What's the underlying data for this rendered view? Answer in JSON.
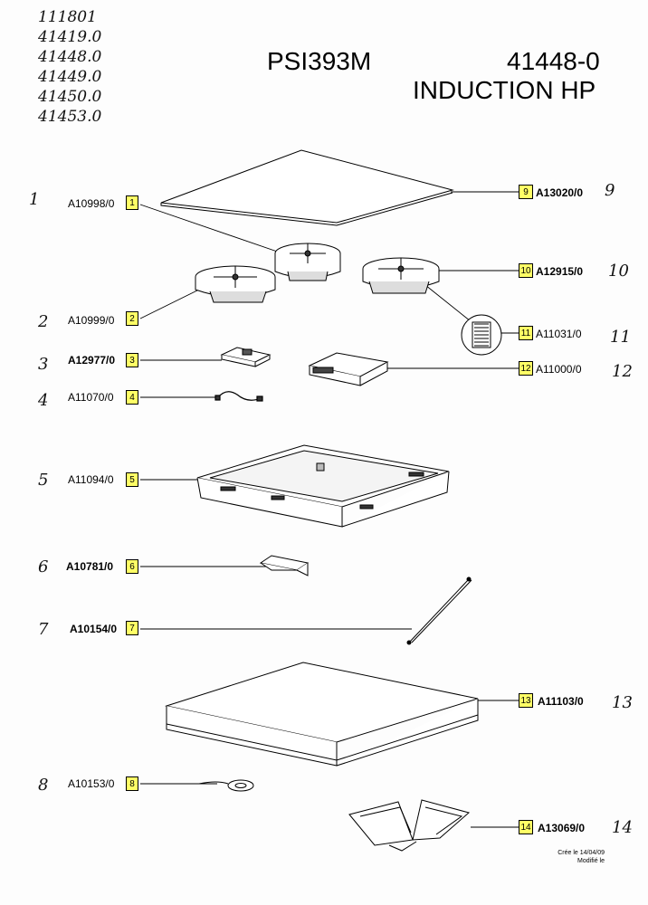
{
  "header": {
    "model": "PSI393M",
    "code": "41448-0",
    "description": "INDUCTION HP"
  },
  "handwritten_codes": [
    "111801",
    "41419.0",
    "41448.0",
    "41449.0",
    "41450.0",
    "41453.0"
  ],
  "left_parts": [
    {
      "hand_number": "1",
      "ref": "A10998/0",
      "badge": "1"
    },
    {
      "hand_number": "2",
      "ref": "A10999/0",
      "badge": "2"
    },
    {
      "hand_number": "3",
      "ref": "A12977/0",
      "badge": "3"
    },
    {
      "hand_number": "4",
      "ref": "A11070/0",
      "badge": "4"
    },
    {
      "hand_number": "5",
      "ref": "A11094/0",
      "badge": "5"
    },
    {
      "hand_number": "6",
      "ref": "A10781/0",
      "badge": "6"
    },
    {
      "hand_number": "7",
      "ref": "A10154/0",
      "badge": "7"
    },
    {
      "hand_number": "8",
      "ref": "A10153/0",
      "badge": "8"
    }
  ],
  "right_parts": [
    {
      "badge": "9",
      "ref": "A13020/0",
      "hand_number": "9"
    },
    {
      "badge": "10",
      "ref": "A12915/0",
      "hand_number": "10"
    },
    {
      "badge": "11",
      "ref": "A11031/0",
      "hand_number": "11"
    },
    {
      "badge": "12",
      "ref": "A11000/0",
      "hand_number": "12"
    },
    {
      "badge": "13",
      "ref": "A11103/0",
      "hand_number": "13"
    },
    {
      "badge": "14",
      "ref": "A13069/0",
      "hand_number": "14"
    }
  ],
  "footer": {
    "created": "Crée le 14/04/09",
    "modified": "Modifié le"
  },
  "colors": {
    "badge_fill": "#ffff66",
    "line": "#000000"
  }
}
